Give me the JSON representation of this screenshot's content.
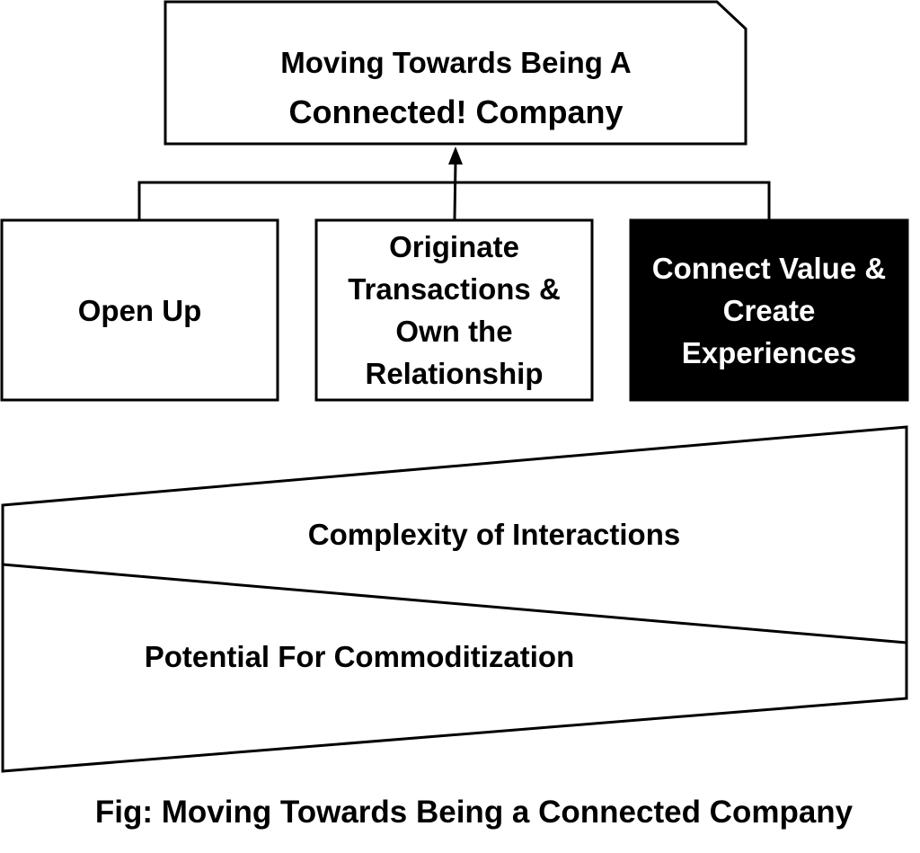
{
  "diagram": {
    "goal_box": {
      "line1": "Moving Towards Being A",
      "line2": "Connected! Company"
    },
    "steps": [
      {
        "label": "Open Up",
        "fill": "#ffffff",
        "text_color": "#000000"
      },
      {
        "label": "Originate Transactions & Own the Relationship",
        "fill": "#ffffff",
        "text_color": "#000000"
      },
      {
        "label": "Connect Value & Create Experiences",
        "fill": "#000000",
        "text_color": "#ffffff"
      }
    ],
    "wedge": {
      "upper_label": "Complexity of Interactions",
      "lower_label": "Potential For Commoditization"
    }
  },
  "caption": "Fig: Moving Towards Being a Connected Company"
}
